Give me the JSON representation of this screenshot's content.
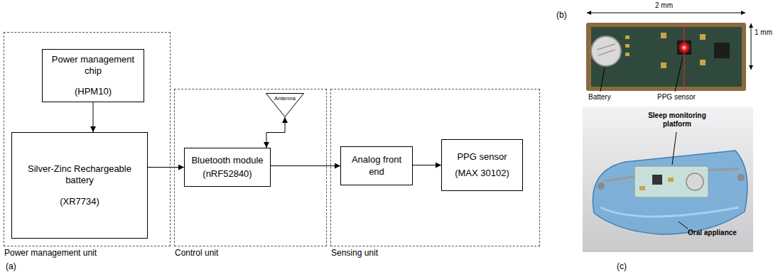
{
  "diagram": {
    "nodes": [
      {
        "text": [
          "Power management unit"
        ]
      },
      {
        "text": [
          "Power management chip",
          "(HPM10)"
        ],
        "in": 0
      },
      {
        "text": [
          "Silver-Zinc Rechargeable battery",
          "(XR7734)"
        ],
        "in": 0
      },
      {
        "text": [
          "Control unit"
        ]
      },
      {
        "text": [
          "Bluetooth module",
          "(nRF52840)"
        ],
        "in": 3
      },
      {
        "text": [
          "Antenna"
        ],
        "in": 3
      },
      {
        "text": [
          "Sensing unit"
        ]
      },
      {
        "text": [
          "Analog front end"
        ],
        "in": 6
      },
      {
        "text": [
          "PPG sensor",
          "(MAX 30102)"
        ],
        "in": 6
      }
    ],
    "edges": [
      {
        "from": 1,
        "to": 2,
        "arrow": "to"
      },
      {
        "from": 2,
        "to": 4,
        "arrow": "to"
      },
      {
        "from": 4,
        "to": 5,
        "arrow": "both"
      },
      {
        "from": 4,
        "to": 7,
        "arrow": "to"
      },
      {
        "from": 7,
        "to": 8,
        "arrow": "to"
      }
    ],
    "labels": [
      "(a)",
      "(b)",
      "(c)",
      "2 mm",
      "1 mm",
      "Battery",
      "PPG sensor",
      "Sleep monitoring platform",
      "Oral appliance"
    ]
  }
}
